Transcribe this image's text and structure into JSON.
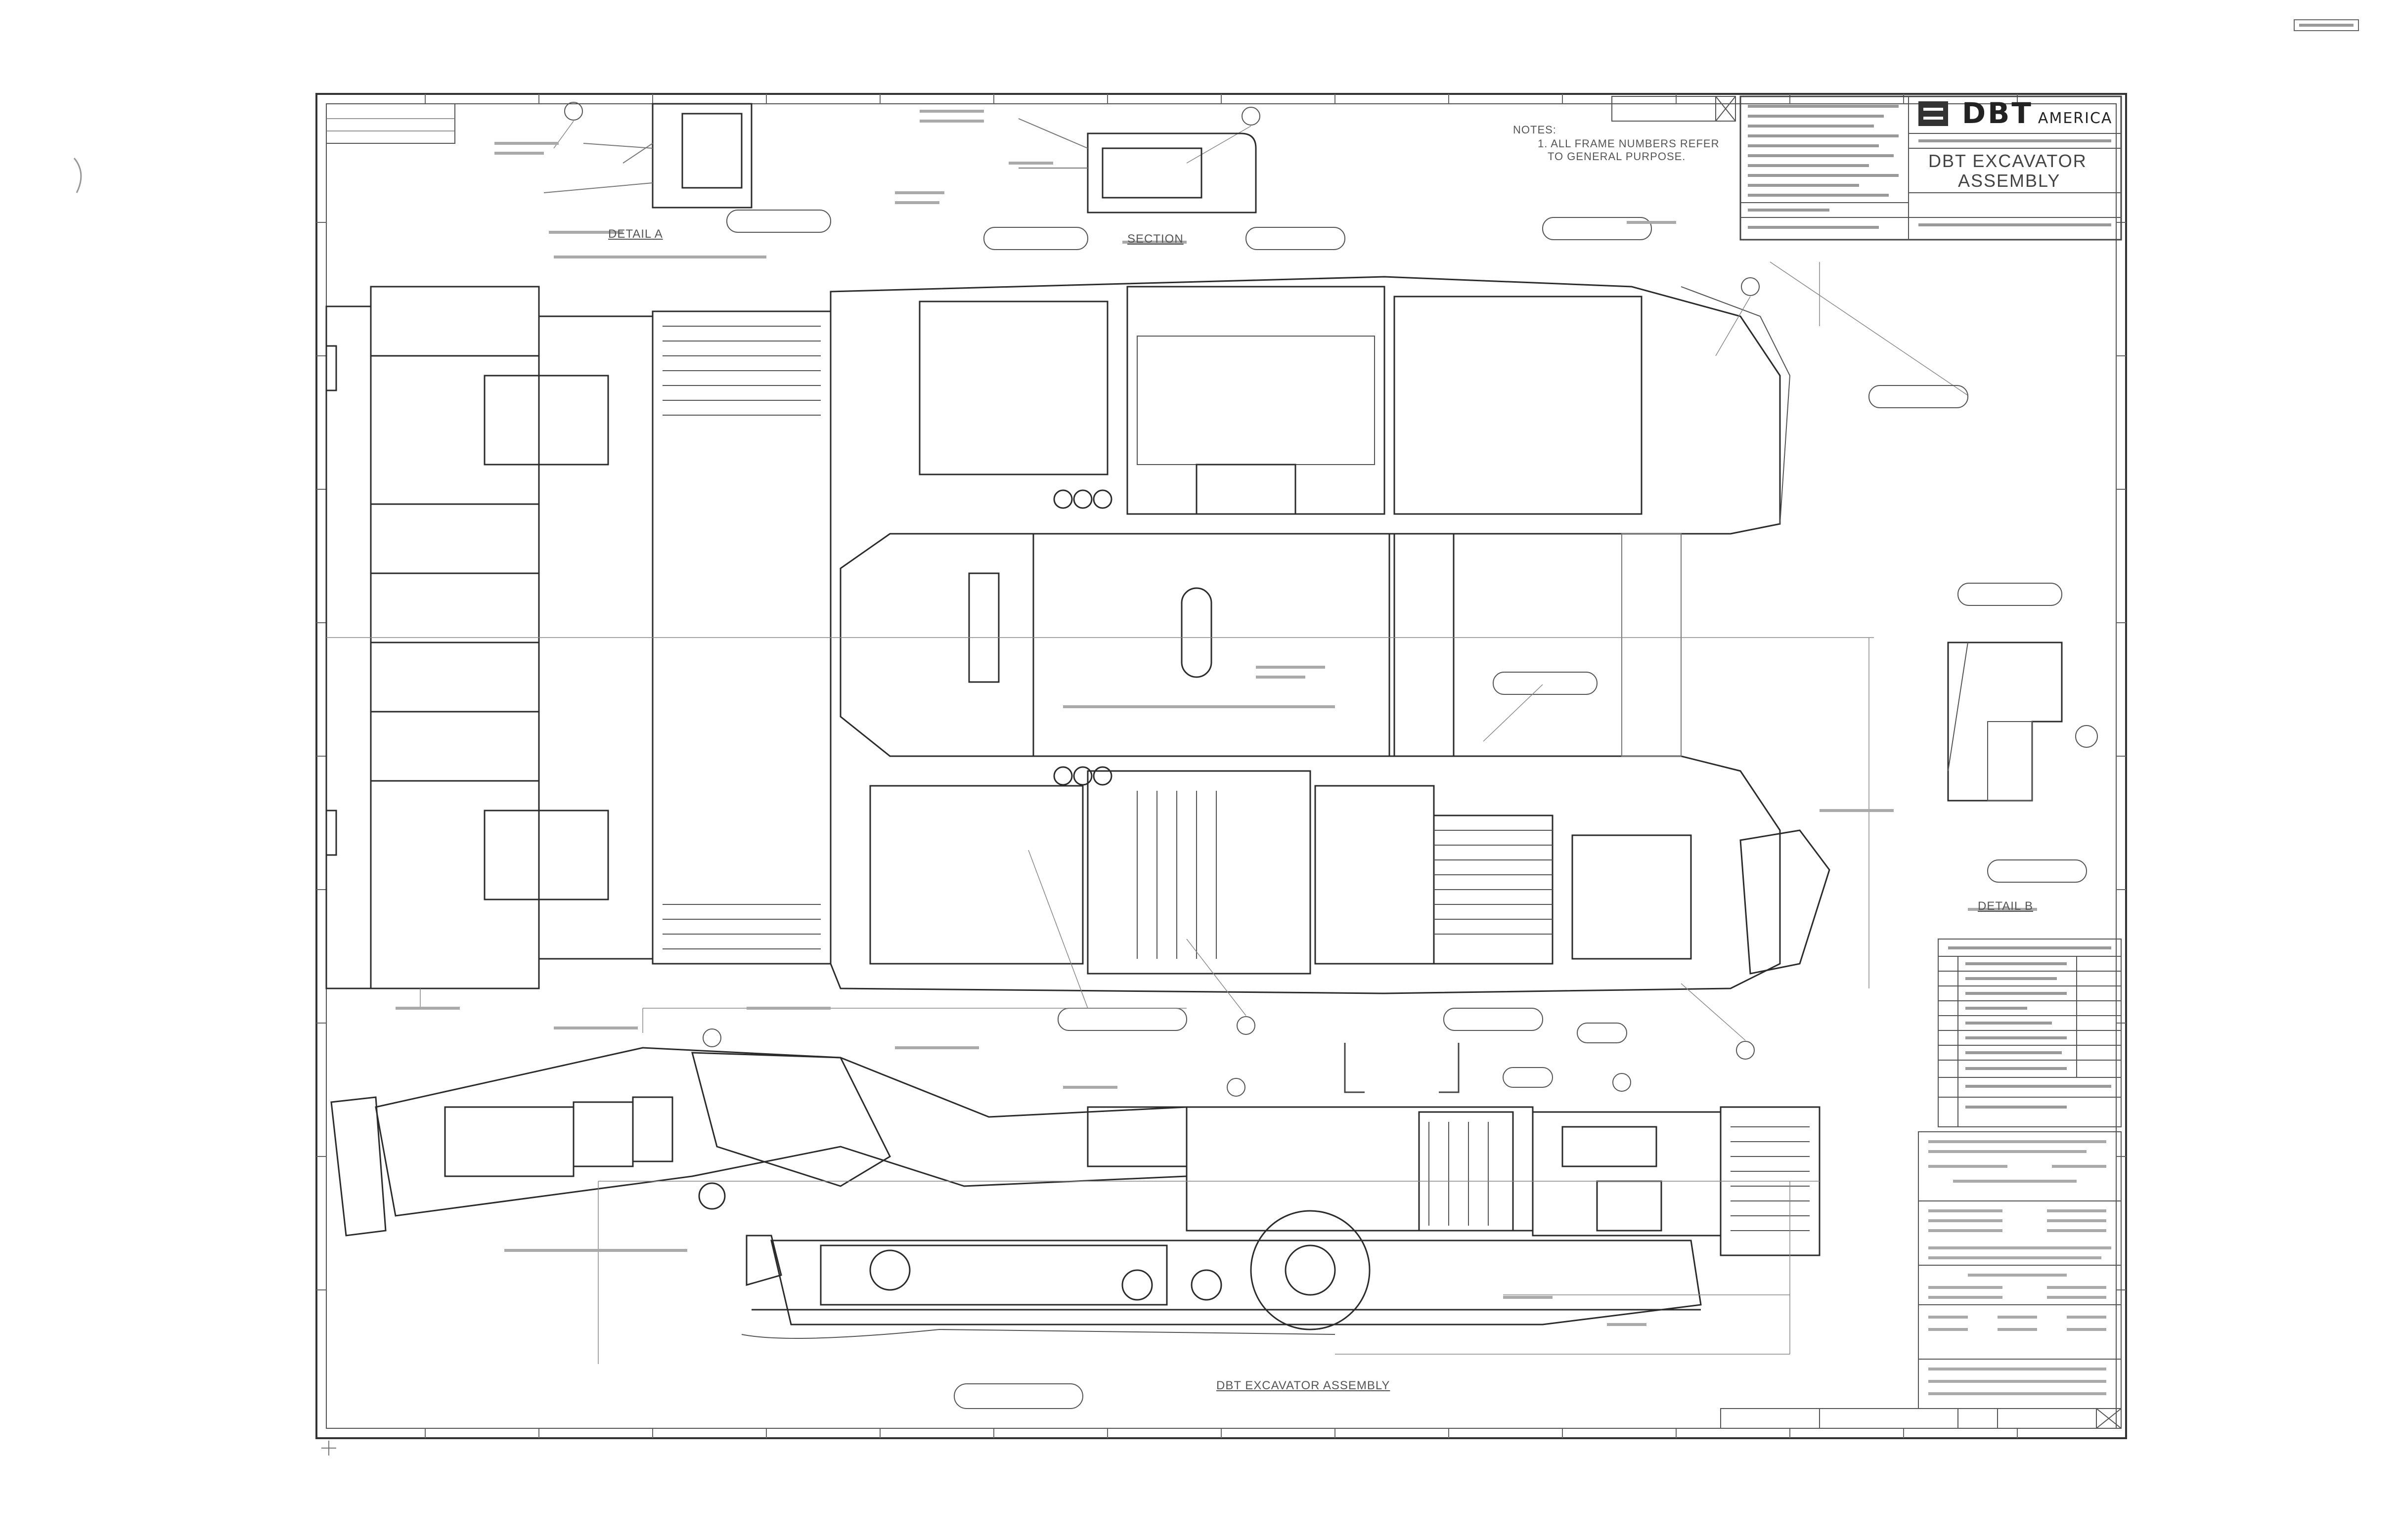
{
  "title_block": {
    "company": "DBT",
    "company_suffix": "AMERICA",
    "drawing_title_line1": "DBT EXCAVATOR",
    "drawing_title_line2": "ASSEMBLY"
  },
  "notes": {
    "header": "NOTES:",
    "note1": "1. ALL FRAME NUMBERS REFER",
    "note2": "TO GENERAL PURPOSE."
  },
  "view_titles": {
    "detail_a": "DETAIL A",
    "detail_b": "DETAIL B",
    "side_view": "DBT EXCAVATOR ASSEMBLY",
    "section": "SECTION"
  },
  "colors": {
    "line": "#2b2b2b",
    "light_line": "#8a8a8a",
    "background": "#ffffff"
  }
}
